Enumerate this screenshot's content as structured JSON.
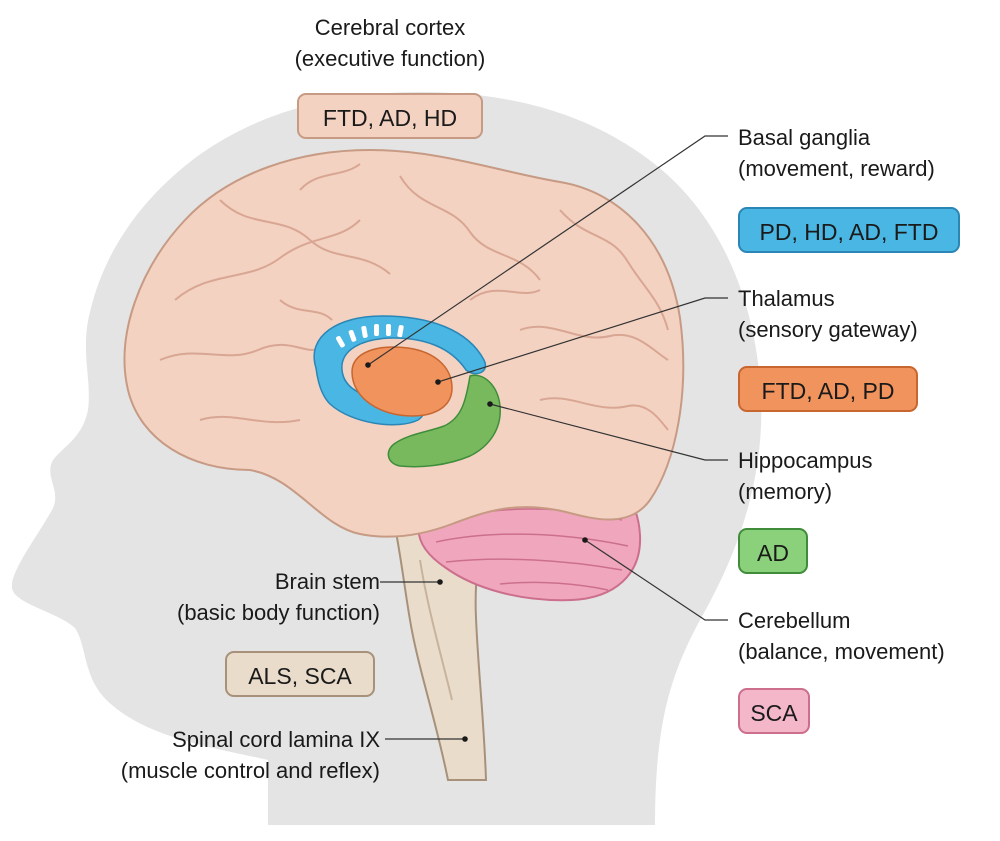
{
  "regions": [
    {
      "id": "cortex",
      "name": "Cerebral cortex",
      "function": "(executive function)",
      "diseases": "FTD, AD, HD",
      "color": "#f3d2c2",
      "border": "#c79a84"
    },
    {
      "id": "basal-ganglia",
      "name": "Basal ganglia",
      "function": "(movement, reward)",
      "diseases": "PD, HD, AD, FTD",
      "color": "#49b6e3",
      "border": "#2b86b6"
    },
    {
      "id": "thalamus",
      "name": "Thalamus",
      "function": "(sensory gateway)",
      "diseases": "FTD, AD, PD",
      "color": "#f0935c",
      "border": "#c86630"
    },
    {
      "id": "hippocampus",
      "name": "Hippocampus",
      "function": "(memory)",
      "diseases": "AD",
      "color": "#8bd17b",
      "border": "#3f8d3a"
    },
    {
      "id": "cerebellum",
      "name": "Cerebellum",
      "function": "(balance, movement)",
      "diseases": "SCA",
      "color": "#f4b6c9",
      "border": "#cc6f8d"
    },
    {
      "id": "brain-stem",
      "name": "Brain stem",
      "function": "(basic body function)",
      "diseases": "ALS, SCA",
      "color": "#e9dccb",
      "border": "#a7917a"
    },
    {
      "id": "spinal-cord",
      "name": "Spinal cord lamina IX",
      "function": "(muscle control and reflex)",
      "diseases": null,
      "color": null,
      "border": null
    }
  ]
}
